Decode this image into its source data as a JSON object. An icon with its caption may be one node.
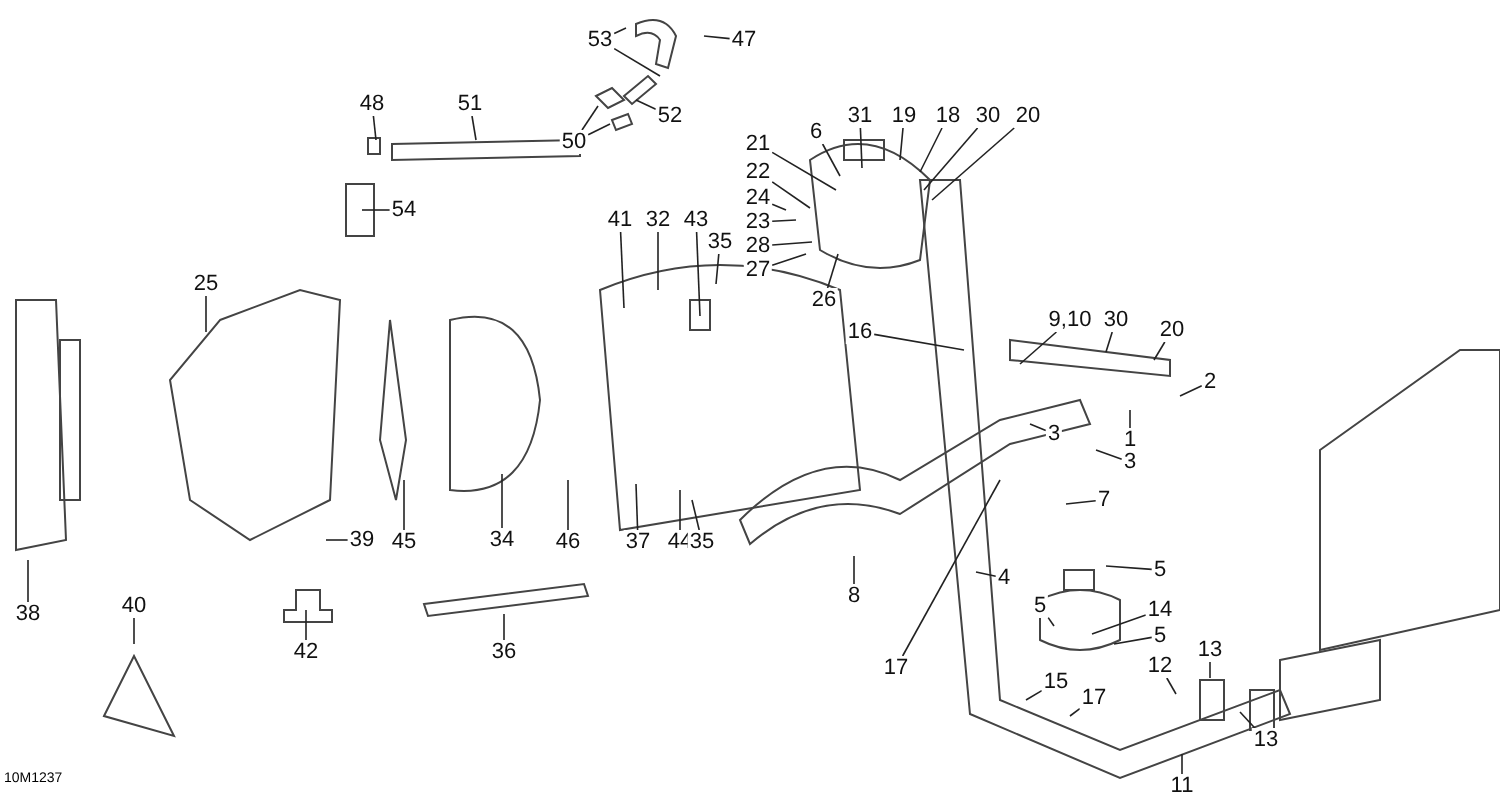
{
  "diagram": {
    "nodes": [
      {
        "text": [
          "48"
        ]
      },
      {
        "text": [
          "51"
        ]
      },
      {
        "text": [
          "53"
        ]
      },
      {
        "text": [
          "47"
        ]
      },
      {
        "text": [
          "52"
        ]
      },
      {
        "text": [
          "50"
        ]
      },
      {
        "text": [
          "54"
        ]
      },
      {
        "text": [
          "25"
        ]
      },
      {
        "text": [
          "41"
        ]
      },
      {
        "text": [
          "32"
        ]
      },
      {
        "text": [
          "43"
        ]
      },
      {
        "text": [
          "35"
        ]
      },
      {
        "text": [
          "31"
        ]
      },
      {
        "text": [
          "6"
        ]
      },
      {
        "text": [
          "19"
        ]
      },
      {
        "text": [
          "18"
        ]
      },
      {
        "text": [
          "30"
        ]
      },
      {
        "text": [
          "20"
        ]
      },
      {
        "text": [
          "21"
        ]
      },
      {
        "text": [
          "22"
        ]
      },
      {
        "text": [
          "24"
        ]
      },
      {
        "text": [
          "23"
        ]
      },
      {
        "text": [
          "28"
        ]
      },
      {
        "text": [
          "27"
        ]
      },
      {
        "text": [
          "26"
        ]
      },
      {
        "text": [
          "16"
        ]
      },
      {
        "text": [
          "9,10"
        ]
      },
      {
        "text": [
          "30"
        ]
      },
      {
        "text": [
          "20"
        ]
      },
      {
        "text": [
          "2"
        ]
      },
      {
        "text": [
          "1"
        ]
      },
      {
        "text": [
          "3"
        ]
      },
      {
        "text": [
          "3"
        ]
      },
      {
        "text": [
          "7"
        ]
      },
      {
        "text": [
          "8"
        ]
      },
      {
        "text": [
          "4"
        ]
      },
      {
        "text": [
          "17"
        ]
      },
      {
        "text": [
          "5"
        ]
      },
      {
        "text": [
          "5"
        ]
      },
      {
        "text": [
          "14"
        ]
      },
      {
        "text": [
          "5"
        ]
      },
      {
        "text": [
          "15"
        ]
      },
      {
        "text": [
          "17"
        ]
      },
      {
        "text": [
          "12"
        ]
      },
      {
        "text": [
          "13"
        ]
      },
      {
        "text": [
          "13"
        ]
      },
      {
        "text": [
          "11"
        ]
      },
      {
        "text": [
          "40"
        ]
      },
      {
        "text": [
          "38"
        ]
      },
      {
        "text": [
          "39"
        ]
      },
      {
        "text": [
          "45"
        ]
      },
      {
        "text": [
          "34"
        ]
      },
      {
        "text": [
          "46"
        ]
      },
      {
        "text": [
          "37"
        ]
      },
      {
        "text": [
          "44"
        ]
      },
      {
        "text": [
          "35"
        ]
      },
      {
        "text": [
          "42"
        ]
      },
      {
        "text": [
          "36"
        ]
      }
    ],
    "edges": [
      {
        "from": 0,
        "to": null,
        "arrow": "none"
      },
      {
        "from": 1,
        "to": null,
        "arrow": "none"
      },
      {
        "from": 2,
        "to": null,
        "arrow": "none"
      },
      {
        "from": 2,
        "to": null,
        "arrow": "none"
      },
      {
        "from": 3,
        "to": null,
        "arrow": "none"
      },
      {
        "from": 4,
        "to": null,
        "arrow": "none"
      },
      {
        "from": 5,
        "to": null,
        "arrow": "none"
      },
      {
        "from": 5,
        "to": null,
        "arrow": "none"
      },
      {
        "from": 6,
        "to": null,
        "arrow": "none"
      },
      {
        "from": 7,
        "to": null,
        "arrow": "none"
      },
      {
        "from": 8,
        "to": null,
        "arrow": "none"
      },
      {
        "from": 9,
        "to": null,
        "arrow": "none"
      },
      {
        "from": 10,
        "to": null,
        "arrow": "none"
      },
      {
        "from": 11,
        "to": null,
        "arrow": "none"
      },
      {
        "from": 12,
        "to": null,
        "arrow": "none"
      },
      {
        "from": 13,
        "to": null,
        "arrow": "none"
      },
      {
        "from": 14,
        "to": null,
        "arrow": "none"
      },
      {
        "from": 15,
        "to": null,
        "arrow": "none"
      },
      {
        "from": 16,
        "to": null,
        "arrow": "none"
      },
      {
        "from": 17,
        "to": null,
        "arrow": "none"
      },
      {
        "from": 18,
        "to": null,
        "arrow": "none"
      },
      {
        "from": 19,
        "to": null,
        "arrow": "none"
      },
      {
        "from": 20,
        "to": null,
        "arrow": "none"
      },
      {
        "from": 21,
        "to": null,
        "arrow": "none"
      },
      {
        "from": 22,
        "to": null,
        "arrow": "none"
      },
      {
        "from": 23,
        "to": null,
        "arrow": "none"
      },
      {
        "from": 24,
        "to": null,
        "arrow": "none"
      },
      {
        "from": 25,
        "to": null,
        "arrow": "none"
      },
      {
        "from": 26,
        "to": null,
        "arrow": "none"
      },
      {
        "from": 27,
        "to": null,
        "arrow": "none"
      },
      {
        "from": 28,
        "to": null,
        "arrow": "none"
      },
      {
        "from": 29,
        "to": null,
        "arrow": "none"
      },
      {
        "from": 30,
        "to": null,
        "arrow": "none"
      },
      {
        "from": 31,
        "to": null,
        "arrow": "none"
      },
      {
        "from": 32,
        "to": null,
        "arrow": "none"
      },
      {
        "from": 33,
        "to": null,
        "arrow": "none"
      },
      {
        "from": 34,
        "to": null,
        "arrow": "none"
      },
      {
        "from": 35,
        "to": null,
        "arrow": "none"
      },
      {
        "from": 36,
        "to": null,
        "arrow": "none"
      },
      {
        "from": 37,
        "to": null,
        "arrow": "none"
      },
      {
        "from": 38,
        "to": null,
        "arrow": "none"
      },
      {
        "from": 39,
        "to": null,
        "arrow": "none"
      },
      {
        "from": 40,
        "to": null,
        "arrow": "none"
      },
      {
        "from": 41,
        "to": null,
        "arrow": "none"
      },
      {
        "from": 42,
        "to": null,
        "arrow": "none"
      },
      {
        "from": 43,
        "to": null,
        "arrow": "none"
      },
      {
        "from": 44,
        "to": null,
        "arrow": "none"
      },
      {
        "from": 45,
        "to": null,
        "arrow": "none"
      },
      {
        "from": 46,
        "to": null,
        "arrow": "none"
      },
      {
        "from": 47,
        "to": null,
        "arrow": "none"
      },
      {
        "from": 48,
        "to": null,
        "arrow": "none"
      },
      {
        "from": 49,
        "to": null,
        "arrow": "none"
      },
      {
        "from": 50,
        "to": null,
        "arrow": "none"
      },
      {
        "from": 51,
        "to": null,
        "arrow": "none"
      },
      {
        "from": 52,
        "to": null,
        "arrow": "none"
      },
      {
        "from": 53,
        "to": null,
        "arrow": "none"
      },
      {
        "from": 54,
        "to": null,
        "arrow": "none"
      },
      {
        "from": 55,
        "to": null,
        "arrow": "none"
      },
      {
        "from": 56,
        "to": null,
        "arrow": "none"
      },
      {
        "from": 57,
        "to": null,
        "arrow": "none"
      }
    ],
    "labels": [
      "10M1237"
    ]
  }
}
